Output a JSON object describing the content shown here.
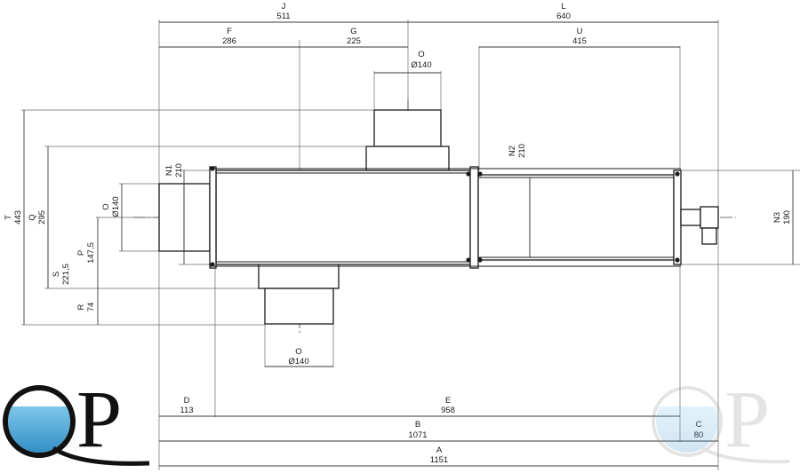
{
  "dimensions": {
    "J": {
      "letter": "J",
      "value": "511"
    },
    "L": {
      "letter": "L",
      "value": "640"
    },
    "F": {
      "letter": "F",
      "value": "286"
    },
    "G": {
      "letter": "G",
      "value": "225"
    },
    "U": {
      "letter": "U",
      "value": "415"
    },
    "O_top": {
      "letter": "O",
      "value": "Ø140"
    },
    "O_left": {
      "letter": "O",
      "value": "Ø140"
    },
    "O_bottom": {
      "letter": "O",
      "value": "Ø140"
    },
    "N1": {
      "letter": "N1",
      "value": "210"
    },
    "N2": {
      "letter": "N2",
      "value": "210"
    },
    "N3": {
      "letter": "N3",
      "value": "190"
    },
    "T": {
      "letter": "T",
      "value": "443"
    },
    "Q": {
      "letter": "Q",
      "value": "295"
    },
    "S": {
      "letter": "S",
      "value": "221,5"
    },
    "P": {
      "letter": "P",
      "value": "147,5"
    },
    "R": {
      "letter": "R",
      "value": "74"
    },
    "D": {
      "letter": "D",
      "value": "113"
    },
    "E": {
      "letter": "E",
      "value": "958"
    },
    "B": {
      "letter": "B",
      "value": "1071"
    },
    "C": {
      "letter": "C",
      "value": "80"
    },
    "A": {
      "letter": "A",
      "value": "1151"
    }
  },
  "logo": {
    "text": "QP",
    "water_color": "#4aa8d8"
  },
  "colors": {
    "line": "#1a1a1a",
    "background": "#ffffff"
  }
}
